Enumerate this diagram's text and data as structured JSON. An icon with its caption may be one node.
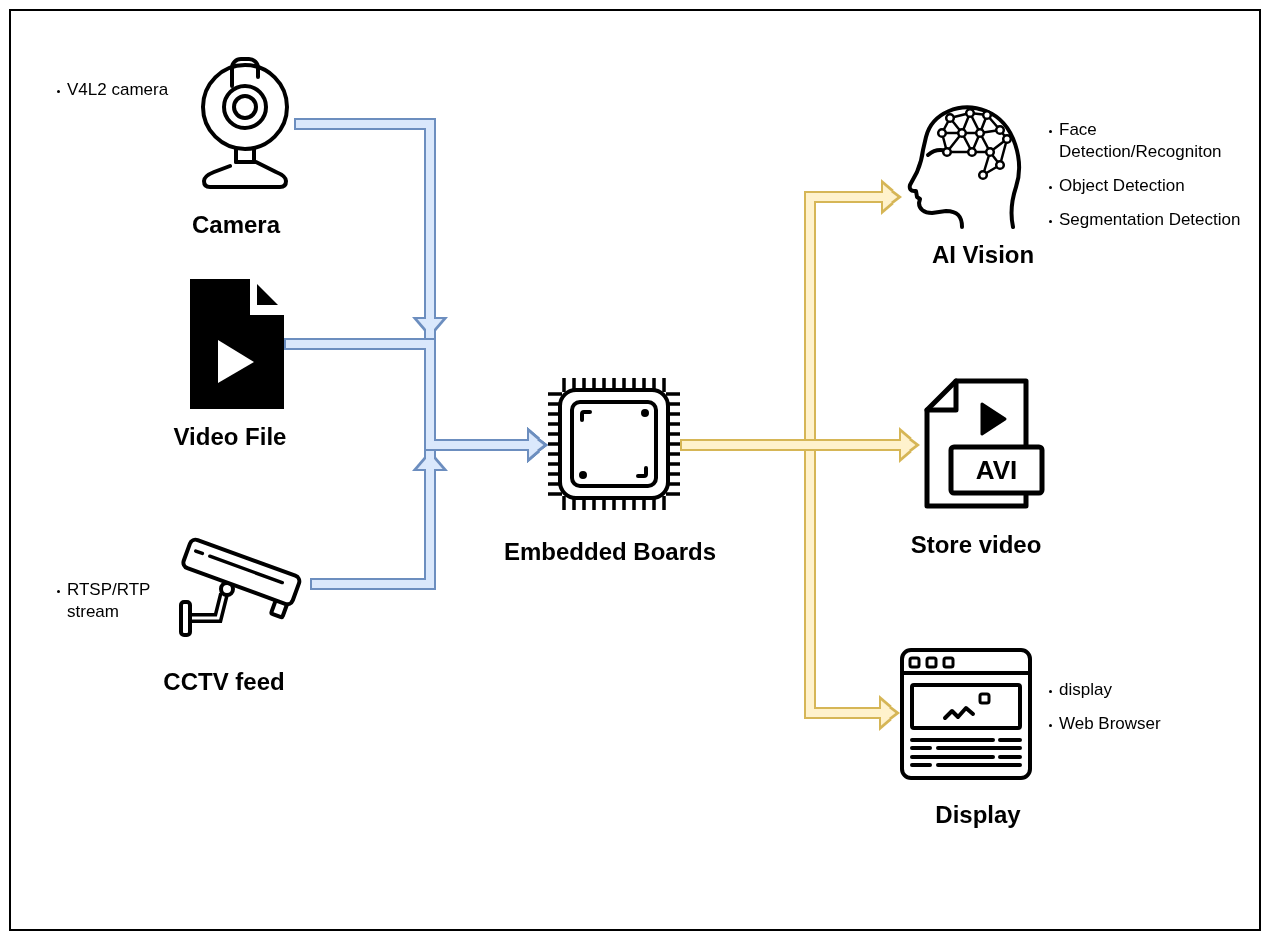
{
  "diagram": {
    "nodes": [
      {
        "text": [
          "Camera"
        ],
        "beside": [
          "V4L2 camera"
        ]
      },
      {
        "text": [
          "Video File"
        ]
      },
      {
        "text": [
          "CCTV feed"
        ],
        "beside": [
          "RTSP/RTP stream"
        ]
      },
      {
        "text": [
          "Embedded Boards"
        ]
      },
      {
        "text": [
          "AI Vision"
        ],
        "beside": [
          "Face Detection/Recogniton",
          "Object Detection",
          "Segmentation Detection"
        ]
      },
      {
        "text": [
          "AVI",
          "Store video"
        ]
      },
      {
        "text": [
          "Display"
        ],
        "beside": [
          "display",
          "Web Browser"
        ]
      }
    ],
    "edges": [
      {
        "from": 0,
        "to": 3,
        "arrow": "to",
        "color": "#6c8ebf"
      },
      {
        "from": 1,
        "to": 3,
        "arrow": "to",
        "color": "#6c8ebf"
      },
      {
        "from": 2,
        "to": 3,
        "arrow": "to",
        "color": "#6c8ebf"
      },
      {
        "from": 3,
        "to": 4,
        "arrow": "to",
        "color": "#d6b656"
      },
      {
        "from": 3,
        "to": 5,
        "arrow": "to",
        "color": "#d6b656"
      },
      {
        "from": 3,
        "to": 6,
        "arrow": "to",
        "color": "#d6b656"
      }
    ]
  }
}
